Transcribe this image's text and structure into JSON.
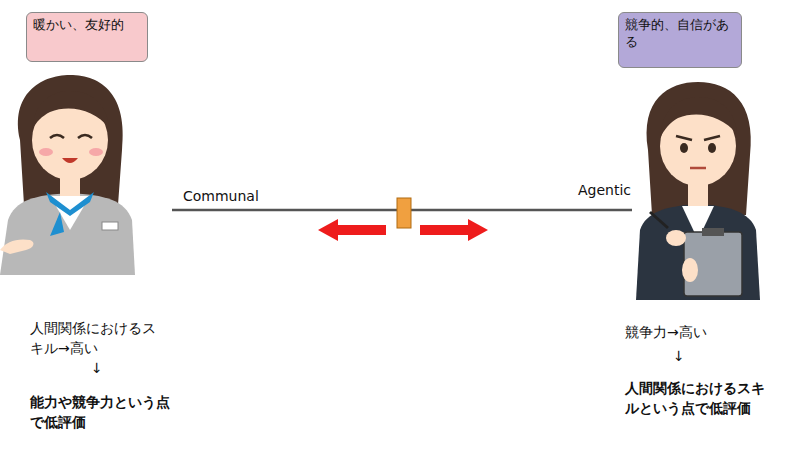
{
  "diagram": {
    "nodes": [
      {
        "text": [
          "暖かい、友好的"
        ]
      },
      {
        "text": [
          "競争的、自信がある"
        ]
      }
    ],
    "labels": [
      "Communal",
      "Agentic",
      "人間関係におけるスキル→高い",
      "↓",
      "能力や競争力という点で低評価",
      "競争力→高い",
      "↓",
      "人間関係におけるスキルという点で低評価"
    ]
  }
}
